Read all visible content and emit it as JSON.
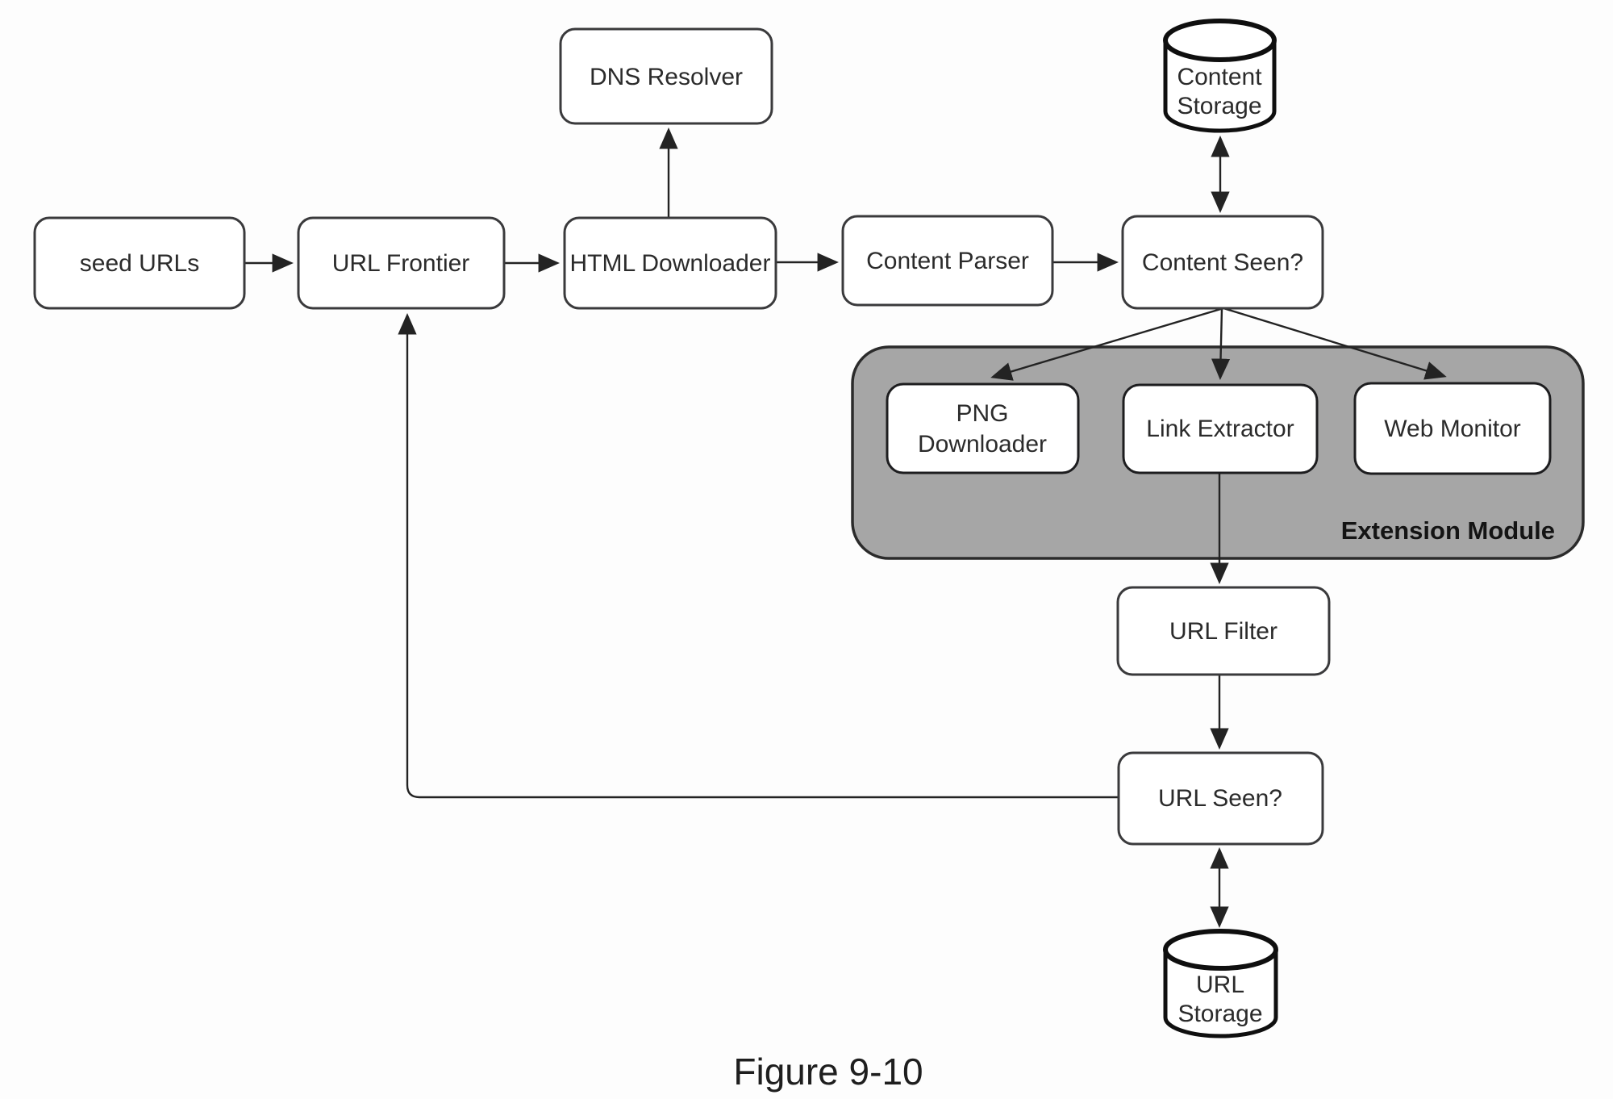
{
  "figure": {
    "caption": "Figure 9-10"
  },
  "colors": {
    "background": "#fdfdfd",
    "box_fill": "#ffffff",
    "box_border": "#3a3a3c",
    "module_fill": "#a6a6a6",
    "line": "#232323",
    "text": "#2b2b2b"
  },
  "nodes": {
    "seed_urls": {
      "label": "seed URLs"
    },
    "url_frontier": {
      "label": "URL Frontier"
    },
    "html_downloader": {
      "label": "HTML Downloader"
    },
    "dns_resolver": {
      "label": "DNS Resolver"
    },
    "content_parser": {
      "label": "Content Parser"
    },
    "content_seen": {
      "label": "Content Seen?"
    },
    "content_storage": {
      "line1": "Content",
      "line2": "Storage"
    },
    "png_downloader": {
      "line1": "PNG",
      "line2": "Downloader"
    },
    "link_extractor": {
      "label": "Link Extractor"
    },
    "web_monitor": {
      "label": "Web Monitor"
    },
    "extension_module": {
      "label": "Extension Module"
    },
    "url_filter": {
      "label": "URL Filter"
    },
    "url_seen": {
      "label": "URL Seen?"
    },
    "url_storage": {
      "line1": "URL",
      "line2": "Storage"
    }
  }
}
